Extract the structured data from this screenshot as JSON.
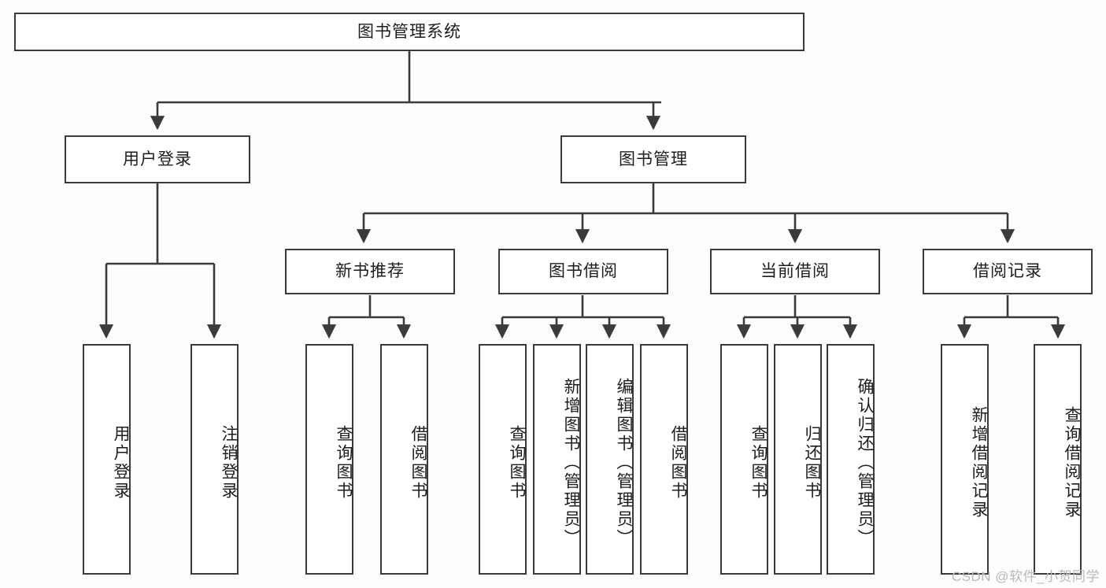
{
  "diagram": {
    "type": "hierarchy-tree",
    "title": "图书管理系统",
    "watermark": "CSDN @软件_小贺同学",
    "colors": {
      "background": "#fdfdfd",
      "node_fill": "#ffffff",
      "node_border": "#3a3a3a",
      "connector": "#3a3a3a",
      "text": "#1d1d1d",
      "watermark": "#b9b9b9"
    },
    "nodes": {
      "root": {
        "label": "图书管理系统"
      },
      "level2": [
        {
          "id": "user-login",
          "label": "用户登录"
        },
        {
          "id": "book-manage",
          "label": "图书管理"
        }
      ],
      "level3": [
        {
          "id": "new-book-recommend",
          "label": "新书推荐"
        },
        {
          "id": "book-borrow",
          "label": "图书借阅"
        },
        {
          "id": "current-borrow",
          "label": "当前借阅"
        },
        {
          "id": "borrow-record",
          "label": "借阅记录"
        }
      ],
      "leaves": {
        "user-login": [
          {
            "id": "leaf-user-login",
            "label": "用户登录"
          },
          {
            "id": "leaf-user-logout",
            "label": "注销登录"
          }
        ],
        "new-book-recommend": [
          {
            "id": "leaf-query-book-1",
            "label": "查询图书"
          },
          {
            "id": "leaf-borrow-book-1",
            "label": "借阅图书"
          }
        ],
        "book-borrow": [
          {
            "id": "leaf-query-book-2",
            "label": "查询图书"
          },
          {
            "id": "leaf-add-book",
            "label": "新增图书（管理员）"
          },
          {
            "id": "leaf-edit-book",
            "label": "编辑图书（管理员）"
          },
          {
            "id": "leaf-borrow-book-2",
            "label": "借阅图书"
          }
        ],
        "current-borrow": [
          {
            "id": "leaf-query-book-3",
            "label": "查询图书"
          },
          {
            "id": "leaf-return-book",
            "label": "归还图书"
          },
          {
            "id": "leaf-confirm-return",
            "label": "确认归还（管理员）"
          }
        ],
        "borrow-record": [
          {
            "id": "leaf-add-record",
            "label": "新增借阅记录"
          },
          {
            "id": "leaf-query-record",
            "label": "查询借阅记录"
          }
        ]
      }
    }
  }
}
